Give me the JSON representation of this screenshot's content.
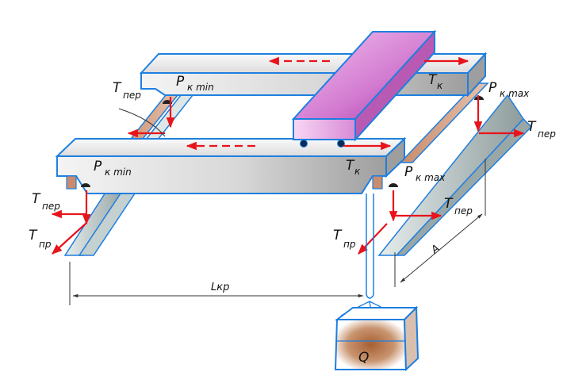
{
  "labels": {
    "t_pr": "T",
    "t_pr_sub": "пр",
    "t_per": "T",
    "t_per_sub": "пер",
    "p_k": "P",
    "p_k_min_sub": "к min",
    "p_k_max_sub": "к max",
    "t_k": "T",
    "t_k_sub": "к",
    "l_kr": "Lкр",
    "a_dim": "A",
    "load": "Q"
  },
  "colors": {
    "outline": "#1e7fe0",
    "beam_fill": "#d4d4d4",
    "rail_fill": "#b9c4c4",
    "trolley_fill": "#e59ae0",
    "force_arrow": "#e8141b",
    "load_fill": "#b0704a",
    "dim_line": "#333333"
  }
}
